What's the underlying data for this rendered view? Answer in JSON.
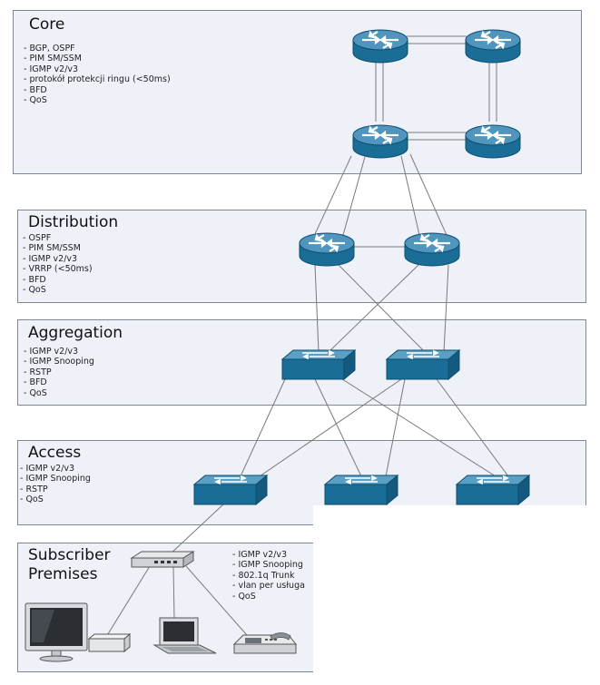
{
  "layers": {
    "core": {
      "title": "Core",
      "features": [
        "BGP, OSPF",
        "PIM SM/SSM",
        "IGMP v2/v3",
        "protokół protekcji ringu (<50ms)",
        "BFD",
        "QoS"
      ]
    },
    "distribution": {
      "title": "Distribution",
      "features": [
        "OSPF",
        "PIM SM/SSM",
        "IGMP v2/v3",
        "VRRP (<50ms)",
        "BFD",
        "QoS"
      ]
    },
    "aggregation": {
      "title": "Aggregation",
      "features": [
        "IGMP v2/v3",
        "IGMP Snooping",
        "RSTP",
        "BFD",
        "QoS"
      ]
    },
    "access": {
      "title": "Access",
      "features": [
        "IGMP v2/v3",
        "IGMP Snooping",
        "RSTP",
        "QoS"
      ]
    },
    "subscriber": {
      "title_line1": "Subscriber",
      "title_line2": "Premises",
      "features": [
        "IGMP v2/v3",
        "IGMP Snooping",
        "802.1q Trunk",
        "vlan per usługa",
        "QoS"
      ]
    }
  },
  "colors": {
    "layer_fill": "#eef1f7",
    "layer_border": "#7f8794",
    "device_blue": "#1a6d96",
    "device_top": "#5a9fc4",
    "link": "#7a7a7a"
  },
  "icons": [
    "router-icon",
    "switch-icon",
    "home-gateway-icon",
    "tv-monitor-icon",
    "set-top-box-icon",
    "laptop-icon",
    "ip-phone-icon"
  ]
}
